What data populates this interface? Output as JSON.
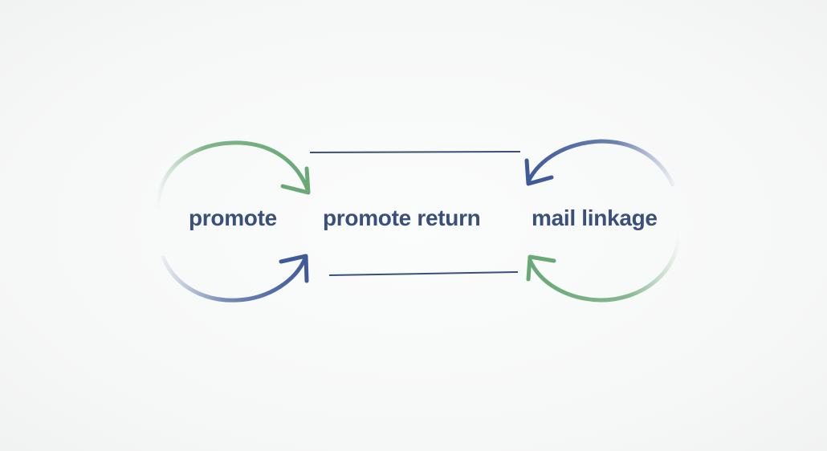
{
  "nodes": {
    "left": "promote",
    "middle": "promote return",
    "right": "mail linkage"
  },
  "colors": {
    "green": "#6aa876",
    "blue": "#3f5a99",
    "text": "#3a4f7a",
    "connector": "#3a4f7a"
  }
}
